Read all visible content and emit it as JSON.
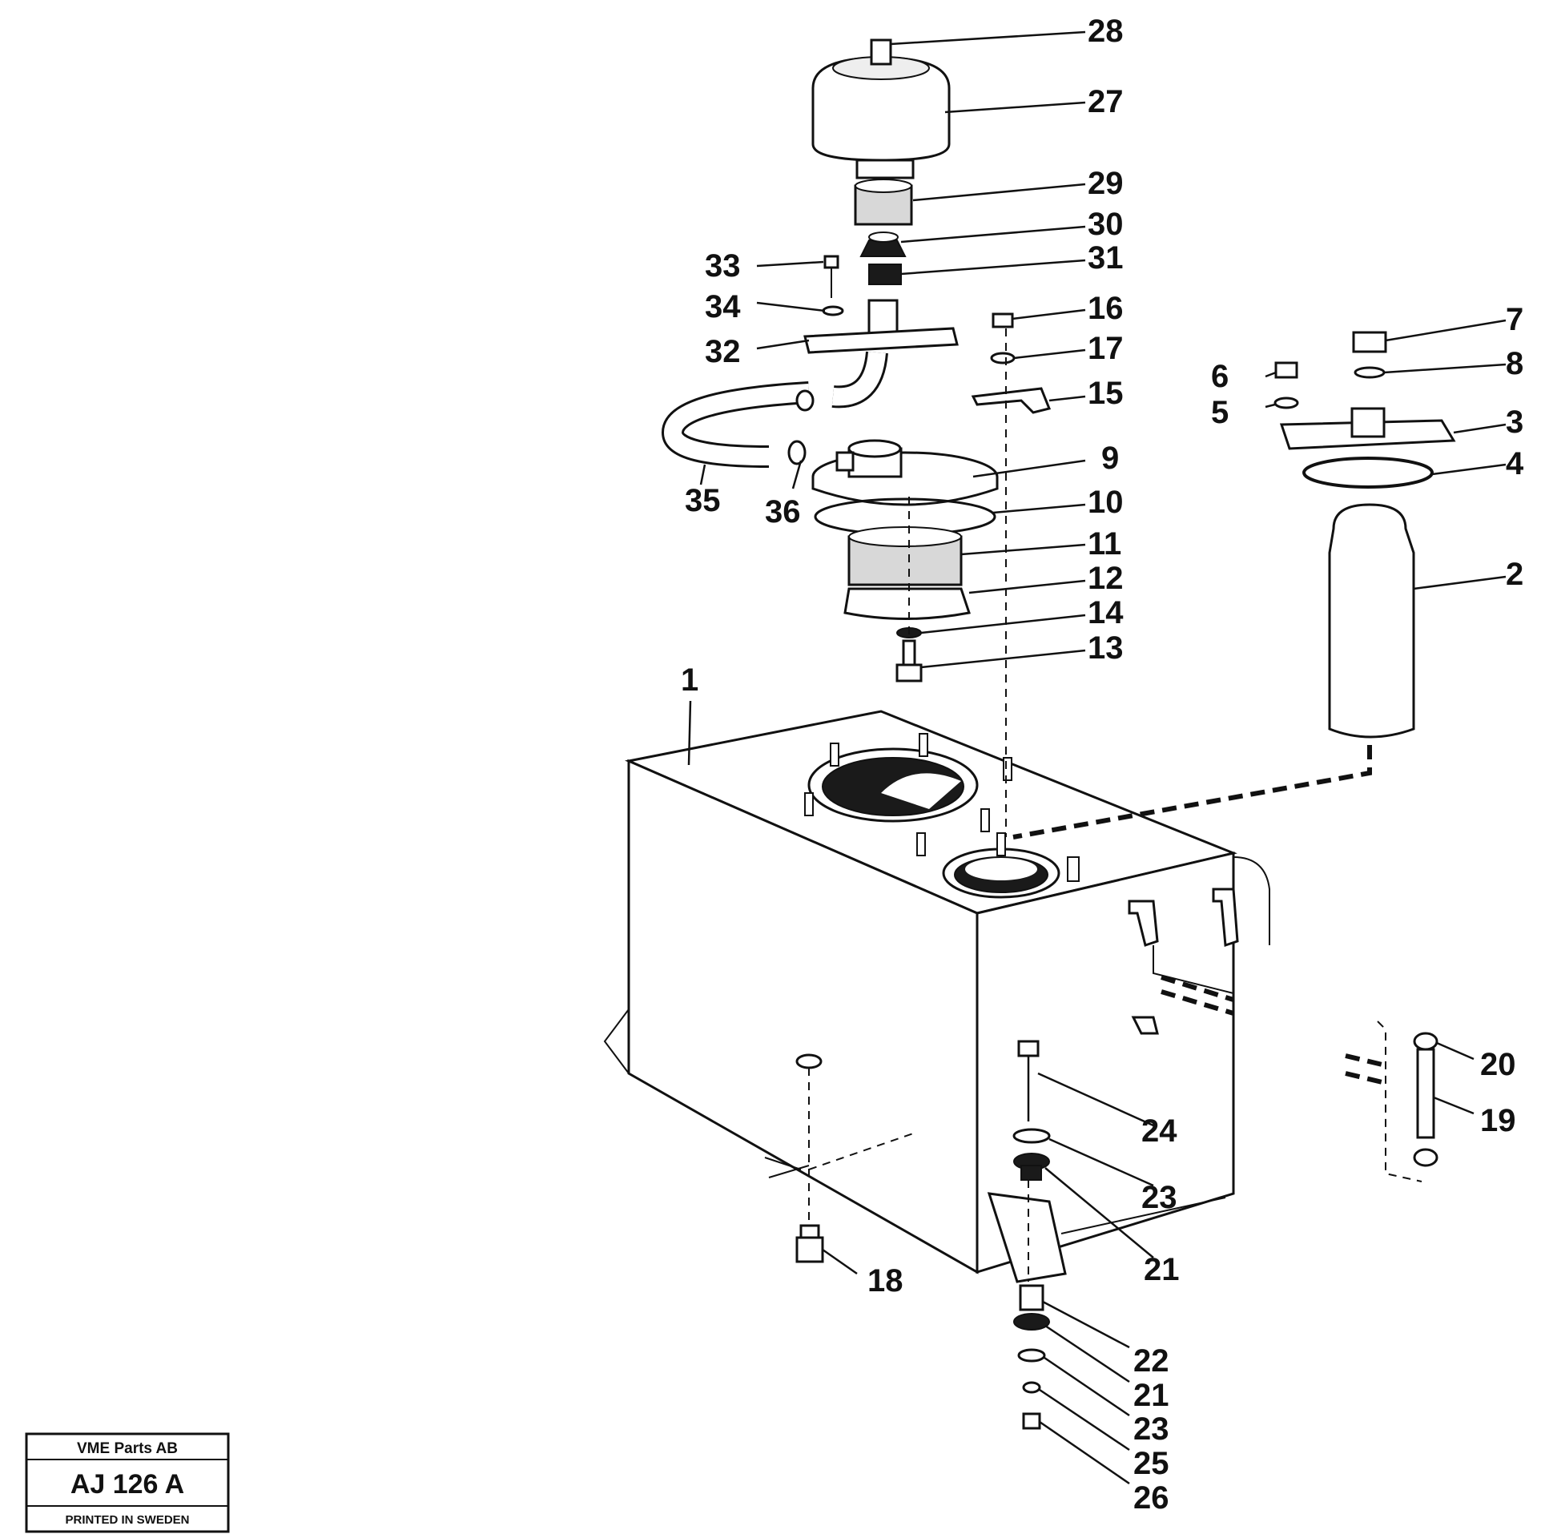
{
  "callouts": [
    "28",
    "27",
    "29",
    "30",
    "31",
    "33",
    "34",
    "32",
    "16",
    "17",
    "15",
    "7",
    "6",
    "8",
    "5",
    "3",
    "4",
    "9",
    "35",
    "36",
    "10",
    "11",
    "12",
    "14",
    "13",
    "2",
    "1",
    "20",
    "19",
    "24",
    "23",
    "21",
    "18",
    "22",
    "21",
    "23",
    "25",
    "26"
  ],
  "title_block": {
    "company": "VME Parts AB",
    "drawing_no": "AJ 126 A",
    "printed": "PRINTED IN SWEDEN"
  }
}
